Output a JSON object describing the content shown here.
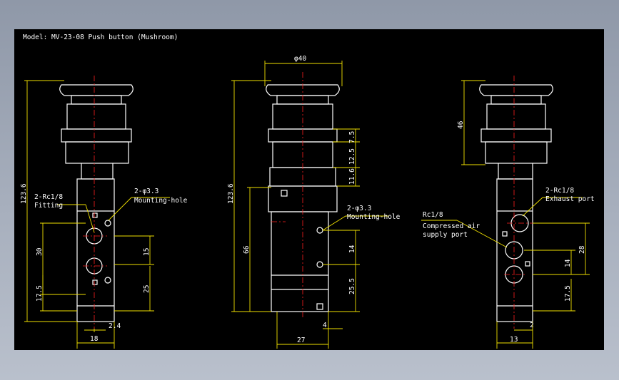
{
  "title": "Model: MV-23-08 Push button (Mushroom)",
  "left_view": {
    "dim_height": "123.6",
    "dim_30": "30",
    "dim_17_5": "17.5",
    "dim_15": "15",
    "dim_25": "25",
    "dim_2_4": "2.4",
    "dim_18": "18",
    "label_rc": "2-Rc1/8",
    "label_fitting": "Fitting",
    "label_hole": "2-φ3.3",
    "label_mount": "Mounting-hole"
  },
  "center_view": {
    "dim_diameter": "φ40",
    "dim_height": "123.6",
    "dim_66": "66",
    "dim_7_5": "7.5",
    "dim_12_5": "12.5",
    "dim_11_6": "11.6",
    "dim_14": "14",
    "dim_25_5": "25.5",
    "dim_27": "27",
    "dim_4": "4",
    "label_hole": "2-φ3.3",
    "label_mount": "Mounting-hole"
  },
  "right_view": {
    "dim_46": "46",
    "dim_28": "28",
    "dim_14": "14",
    "dim_17_5": "17.5",
    "dim_13": "13",
    "dim_2": "2",
    "label_rc": "2-Rc1/8",
    "label_exhaust": "Exhaust port",
    "label_rc_single": "Rc1/8",
    "label_compressed": "Compressed air",
    "label_supply": "supply port"
  }
}
